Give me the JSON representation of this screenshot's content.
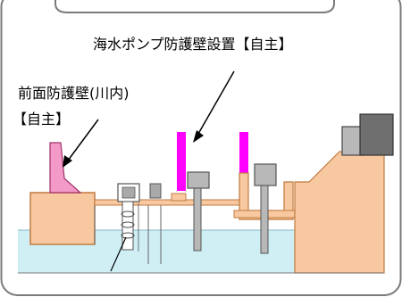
{
  "labels": {
    "seawater_pump_wall": "海水ポンプ防護壁設置【自主】",
    "front_wall_line1": "前面防護壁(川内)",
    "front_wall_line2": "【自主】"
  },
  "colors": {
    "frame_border": "#7a7a7a",
    "water": "#cfeff5",
    "ground": "#f8c9a0",
    "ground_stroke": "#c07a40",
    "front_wall": "#f49ac8",
    "magenta_wall": "#ff00ff",
    "building_dark": "#6f6f6f",
    "building_light": "#b8b8b8",
    "pump_gray": "#a9a9a9"
  }
}
